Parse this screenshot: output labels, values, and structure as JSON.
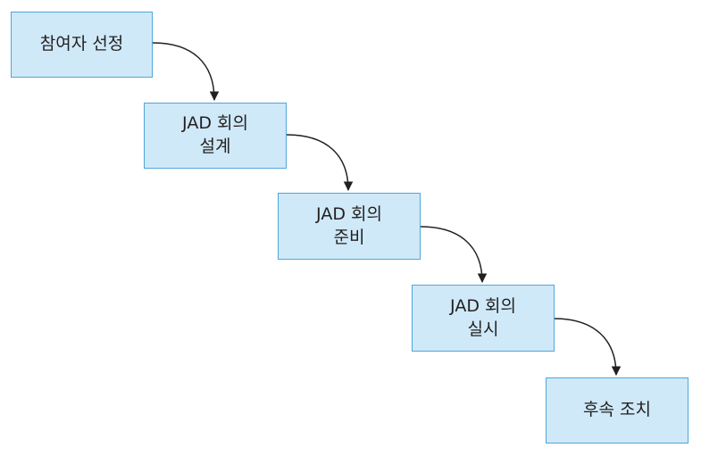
{
  "diagram": {
    "steps": [
      {
        "lines": [
          "참여자 선정"
        ]
      },
      {
        "lines": [
          "JAD 회의",
          "설계"
        ]
      },
      {
        "lines": [
          "JAD 회의",
          "준비"
        ]
      },
      {
        "lines": [
          "JAD 회의",
          "실시"
        ]
      },
      {
        "lines": [
          "후속 조치"
        ]
      }
    ],
    "colors": {
      "box_fill": "#cfe9f8",
      "box_border": "#4fa6d8",
      "text": "#231f20",
      "arrow": "#231f20"
    }
  }
}
